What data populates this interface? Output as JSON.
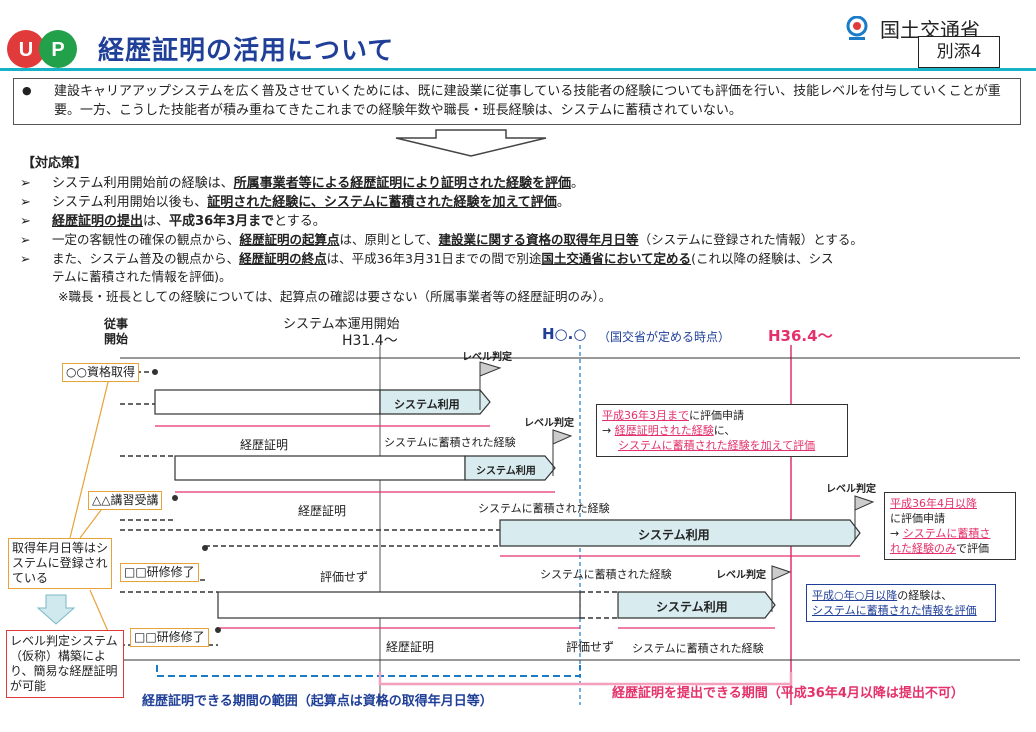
{
  "header": {
    "logo_letters": [
      "U",
      "P"
    ],
    "title": "経歴証明の活用について",
    "ministry": "国土交通省",
    "appendix": "別添4"
  },
  "intro": {
    "bullet": "●",
    "text": "建設キャリアアップシステムを広く普及させていくためには、既に建設業に従事している技能者の経験についても評価を行い、技能レベルを付与していくことが重要。一方、こうした技能者が積み重ねてきたこれまでの経験年数や職長・班長経験は、システムに蓄積されていない。"
  },
  "measures": {
    "heading": "【対応策】",
    "marker": "➢",
    "line1": {
      "a": "システム利用開始前の経験は、",
      "b": "所属事業者等による経歴証明により証明された経験を評価",
      "c": "。"
    },
    "line2": {
      "a": "システム利用開始以後も、",
      "b": "証明された経験に、システムに蓄積された経験を加えて評価",
      "c": "。"
    },
    "line3": {
      "a": "経歴証明の提出",
      "b": "は、",
      "c": "平成36年3月まで",
      "d": "とする。"
    },
    "line4": {
      "a": "一定の客観性の確保の観点から、",
      "b": "経歴証明の起算点",
      "c": "は、原則として、",
      "d": "建設業に関する資格の取得年月日等",
      "e": "（システムに登録された情報）とする。"
    },
    "line5": {
      "a": "また、システム普及の観点から、",
      "b": "経歴証明の終点",
      "c": "は、平成36年3月31日までの間で別途",
      "d": "国土交通省において定める",
      "e": "(これ以降の経験は、シス"
    },
    "line5b": "テムに蓄積された情報を評価)。",
    "note": "※職長・班長としての経験については、起算点の確認は要さない（所属事業者等の経歴証明のみ）。"
  },
  "diagram": {
    "start_label_1": "従事",
    "start_label_2": "開始",
    "system_start_1": "システム本運用開始",
    "system_start_2": "H31.4〜",
    "ho_label": "H○.○",
    "ho_note": "（国交省が定める時点）",
    "h36_label": "H36.4〜",
    "level": "レベル判定",
    "system_use": "システム利用",
    "career_cert": "経歴証明",
    "accumulated": "システムに蓄積された経験",
    "no_eval": "評価せず",
    "qual_1": "○○資格取得",
    "qual_2": "△△講習受講",
    "qual_3": "□□研修修了",
    "qual_4": "□□研修修了",
    "note_registered": "取得年月日等はシステムに登録されている",
    "note_level_system": "レベル判定システム（仮称）構築により、簡易な経歴証明が可能",
    "box1": {
      "l1a": "平成36年3月まで",
      "l1b": "に評価申請",
      "l2a": "→ ",
      "l2b": "経歴証明された経験",
      "l2c": "に、",
      "l3": "システムに蓄積された経験を加えて評価"
    },
    "box2": {
      "l1": "平成36年4月以降",
      "l2": "に評価申請",
      "l3a": "→ ",
      "l3b": "システムに蓄積さ",
      "l4a": "れた経験のみ",
      "l4b": "で評価"
    },
    "box3": {
      "l1a": "平成○年○月以降",
      "l1b": "の経験は、",
      "l2": "システムに蓄積された情報を評価"
    },
    "range_blue": "経歴証明できる期間の範囲（起算点は資格の取得年月日等）",
    "range_pink": "経歴証明を提出できる期間（平成36年4月以降は提出不可）"
  },
  "colors": {
    "title": "#1f3f98",
    "accent_line": "#17b2c6",
    "pink": "#e4316b",
    "blue": "#1f3f98",
    "bar": "#d8ecef"
  }
}
